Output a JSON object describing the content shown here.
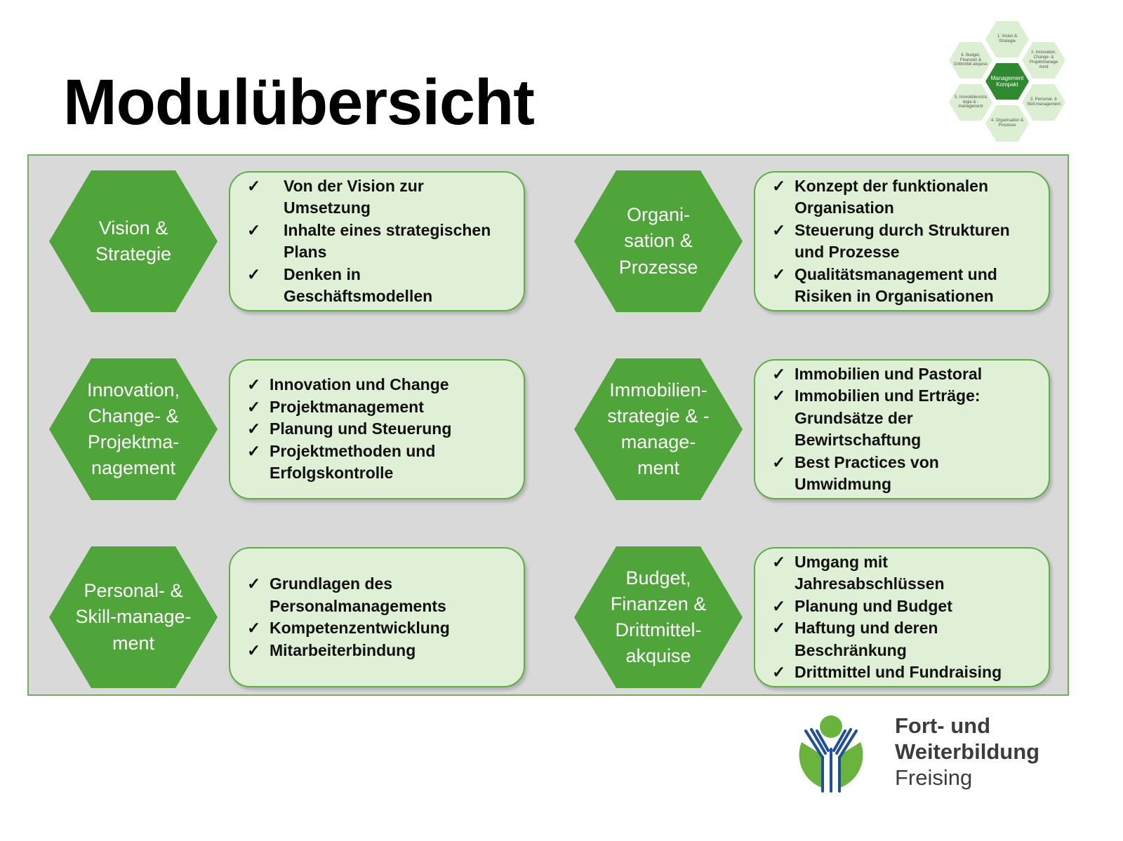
{
  "title": "Modulübersicht",
  "mini_overview": {
    "center": "Management Kompakt",
    "items": [
      "1. Vision & Strategie",
      "2. Innovation, Change- & Projektmanage ment",
      "3. Personal- & Skill-management",
      "4. Organisation & Prozesse",
      "5. Immobilienstra tegie & -management",
      "6. Budget, Finanzen & Drittmittel akquise"
    ]
  },
  "colors": {
    "hex": "#4fa43a",
    "card_fill": "#dff0d6",
    "card_border": "#5fae45",
    "panel": "#d9d9d9"
  },
  "modules": [
    {
      "name": "Vision &\nStrategie",
      "items": [
        "Von der Vision zur Umsetzung",
        "Inhalte eines strategischen Plans",
        "Denken in Geschäftsmodellen"
      ]
    },
    {
      "name": "Organi-\nsation &\nProzesse",
      "items": [
        "Konzept der funktionalen Organisation",
        "Steuerung durch Strukturen und Prozesse",
        "Qualitätsmanagement und Risiken in Organisationen"
      ]
    },
    {
      "name": "Innovation,\nChange- &\nProjektma-\nnagement",
      "items": [
        "Innovation und Change",
        "Projektmanagement",
        "Planung und Steuerung",
        "Projektmethoden und Erfolgskontrolle"
      ]
    },
    {
      "name": "Immobilien-\nstrategie & -\nmanage-\nment",
      "items": [
        "Immobilien und Pastoral",
        "Immobilien und Erträge: Grundsätze der Bewirtschaftung",
        "Best Practices von Umwidmung"
      ]
    },
    {
      "name": "Personal-  &\nSkill-manage-\nment",
      "items": [
        "Grundlagen des Personalmanagements",
        "Kompetenzentwicklung",
        "Mitarbeiterbindung"
      ]
    },
    {
      "name": "Budget,\nFinanzen &\nDrittmittel-\nakquise",
      "items": [
        "Umgang  mit Jahresabschlüssen",
        "Planung und Budget",
        "Haftung und deren Beschränkung",
        "Drittmittel und Fundraising"
      ]
    }
  ],
  "check_symbol": "✓",
  "brand": {
    "line1": "Fort- und",
    "line2": "Weiterbildung",
    "line3": "Freising"
  }
}
